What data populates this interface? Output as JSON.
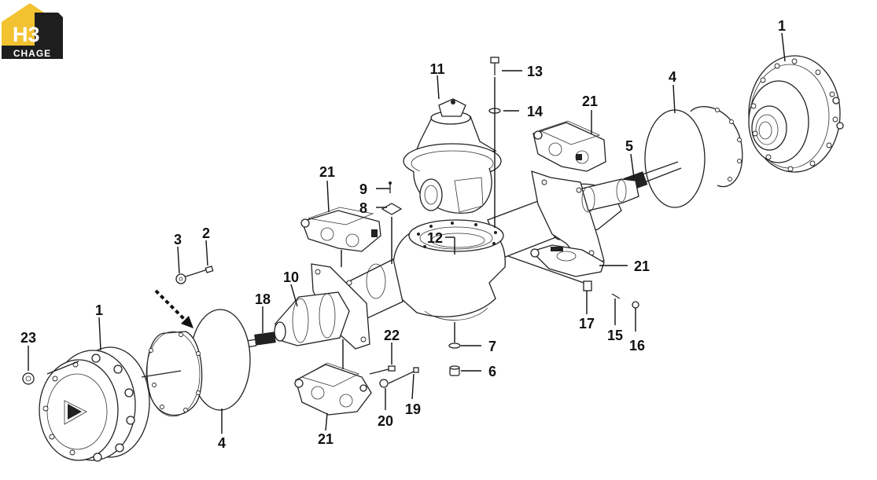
{
  "logo": {
    "main_text": "H3",
    "sub_text": "CHAGE",
    "accent": "#F2C230",
    "dark": "#1E1E1E"
  },
  "callouts": {
    "c1_left": "1",
    "c1_right": "1",
    "c2": "2",
    "c3": "3",
    "c4_left": "4",
    "c4_right": "4",
    "c5": "5",
    "c6": "6",
    "c7": "7",
    "c8": "8",
    "c9": "9",
    "c10": "10",
    "c11": "11",
    "c12": "12",
    "c13": "13",
    "c14": "14",
    "c15": "15",
    "c16": "16",
    "c17": "17",
    "c18": "18",
    "c19": "19",
    "c20": "20",
    "c21_a": "21",
    "c21_b": "21",
    "c21_c": "21",
    "c21_d": "21",
    "c22": "22",
    "c23": "23"
  }
}
